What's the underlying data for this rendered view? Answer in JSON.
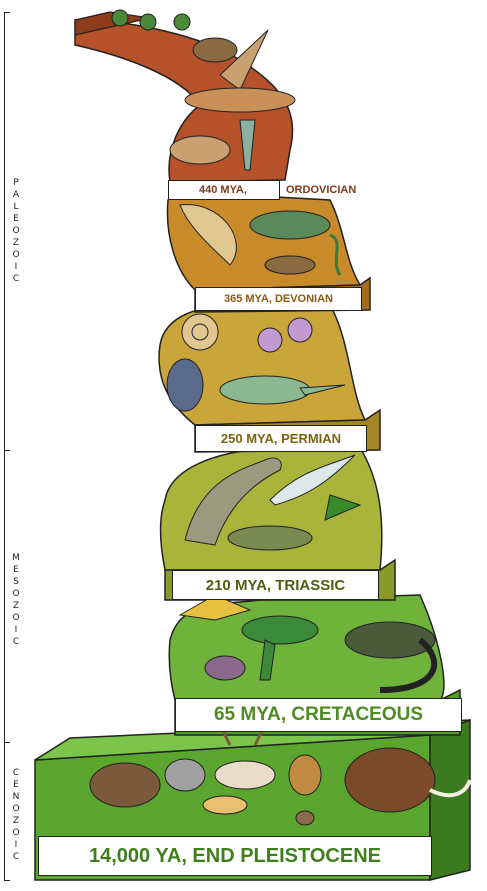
{
  "eras": [
    {
      "label": "PALEOZOIC"
    },
    {
      "label": "MESOZOIC"
    },
    {
      "label": "CENOZOIC"
    }
  ],
  "periods": [
    {
      "label": "440 MYA,",
      "label2": "ORDOVICIAN",
      "color": "#7a3a1c"
    },
    {
      "label": "365 MYA, DEVONIAN",
      "color": "#8a5a16"
    },
    {
      "label": "250 MYA, PERMIAN",
      "color": "#7b6410"
    },
    {
      "label": "210 MYA, TRIASSIC",
      "color": "#4d6012"
    },
    {
      "label": "65 MYA, CRETACEOUS",
      "color": "#4f8a22"
    },
    {
      "label": "14,000 YA, END PLEISTOCENE",
      "color": "#3f7f1c"
    }
  ],
  "colors": {
    "ordovician_band": "#b5522a",
    "devonian_band": "#c98a2a",
    "permian_band": "#c9a53a",
    "triassic_band": "#a8b53a",
    "cretaceous_band": "#6fb33a",
    "pleistocene_band": "#5aa62e"
  }
}
